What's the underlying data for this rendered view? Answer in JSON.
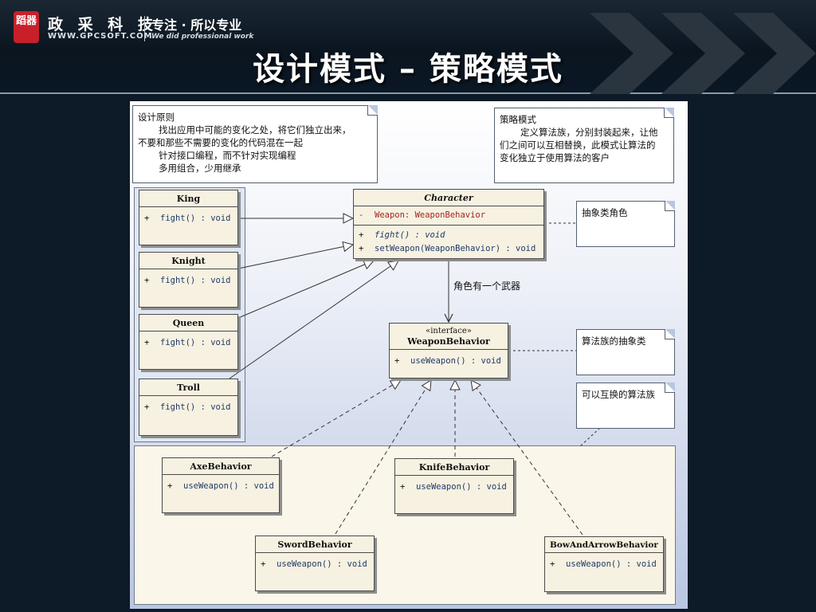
{
  "header": {
    "logo_text": "蹈器",
    "company_name": "政 采 科 技",
    "website": "WWW.GPCSOFT.COM",
    "slogan_cn": "专注 · 所以专业",
    "slogan_en": "We did professional work",
    "title": "设计模式 – 策略模式"
  },
  "notes": {
    "design_principles": {
      "title": "设计原则",
      "lines": [
        "找出应用中可能的变化之处，将它们独立出来，",
        "不要和那些不需要的变化的代码混在一起",
        "针对接口编程，而不针对实现编程",
        "多用组合，少用继承"
      ]
    },
    "strategy_pattern": {
      "title": "策略模式",
      "lines": [
        "定义算法族，分别封装起来，让他",
        "们之间可以互相替换，此模式让算法的",
        "变化独立于使用算法的客户"
      ]
    },
    "abstract_role": "抽象类角色",
    "algorithm_abstract": "算法族的抽象类",
    "interchangeable": "可以互换的算法族"
  },
  "association_label": "角色有一个武器",
  "classes": {
    "character": {
      "name": "Character",
      "attr_vis": "-",
      "attr": "Weapon:  WeaponBehavior",
      "ops": [
        {
          "vis": "+",
          "text": "fight() : void"
        },
        {
          "vis": "+",
          "text": "setWeapon(WeaponBehavior) : void"
        }
      ]
    },
    "king": {
      "name": "King",
      "op_vis": "+",
      "op": "fight() : void"
    },
    "knight": {
      "name": "Knight",
      "op_vis": "+",
      "op": "fight() : void"
    },
    "queen": {
      "name": "Queen",
      "op_vis": "+",
      "op": "fight() : void"
    },
    "troll": {
      "name": "Troll",
      "op_vis": "+",
      "op": "fight() : void"
    },
    "weapon_behavior": {
      "stereotype": "«interface»",
      "name": "WeaponBehavior",
      "op_vis": "+",
      "op": "useWeapon() : void"
    },
    "axe": {
      "name": "AxeBehavior",
      "op_vis": "+",
      "op": "useWeapon() : void"
    },
    "knife": {
      "name": "KnifeBehavior",
      "op_vis": "+",
      "op": "useWeapon() : void"
    },
    "sword": {
      "name": "SwordBehavior",
      "op_vis": "+",
      "op": "useWeapon() : void"
    },
    "bow": {
      "name": "BowAndArrowBehavior",
      "op_vis": "+",
      "op": "useWeapon() : void"
    }
  },
  "colors": {
    "background": "#0d1a27",
    "class_fill": "#f7f1e1",
    "attribute": "#a2261c",
    "operation": "#1e3a6a",
    "logo": "#c8202a"
  }
}
